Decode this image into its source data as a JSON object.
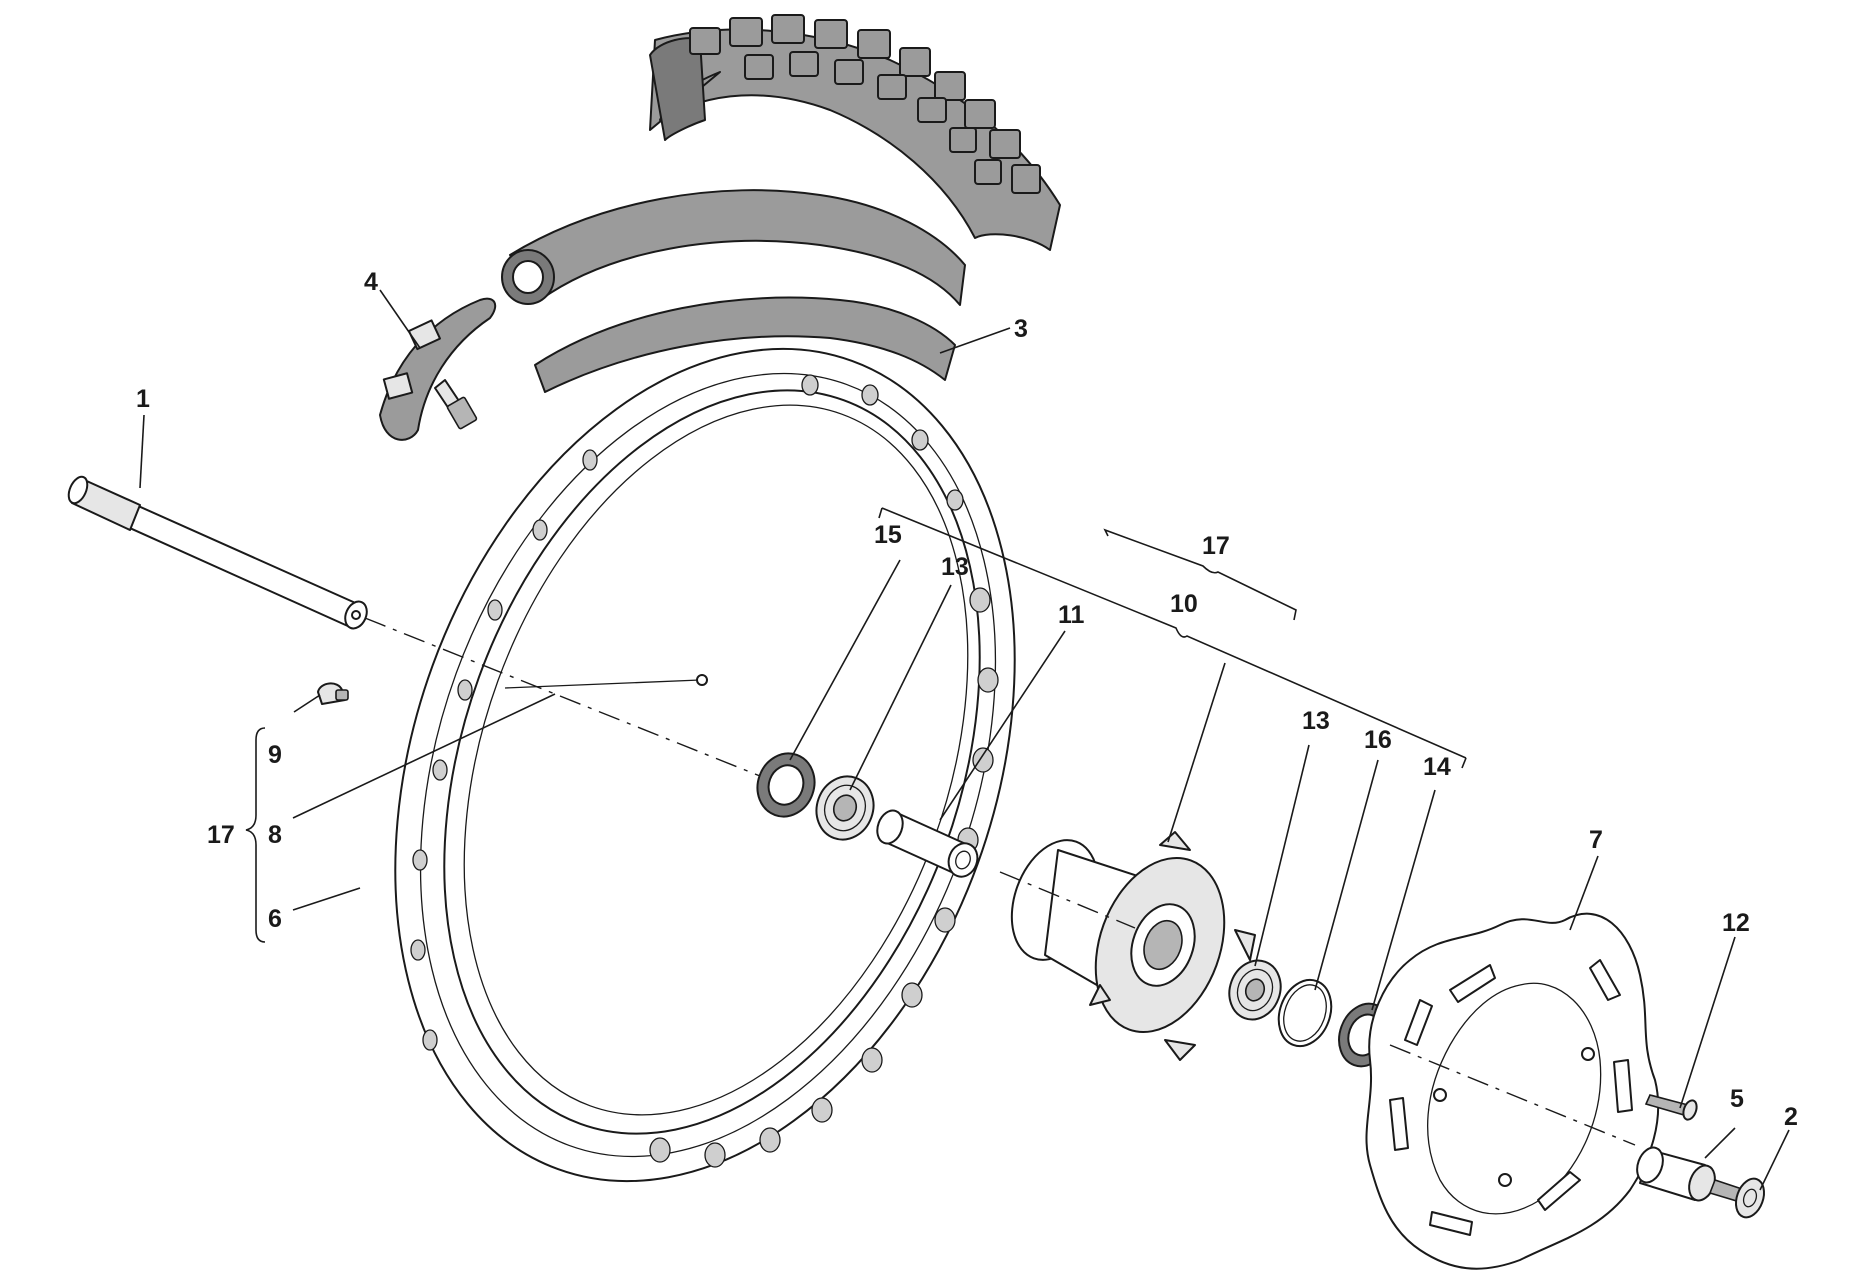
{
  "callouts": {
    "c1": "1",
    "c2": "2",
    "c3": "3",
    "c4": "4",
    "c5": "5",
    "c6": "6",
    "c7": "7",
    "c8": "8",
    "c9": "9",
    "c10": "10",
    "c11": "11",
    "c12": "12",
    "c13a": "13",
    "c13b": "13",
    "c14": "14",
    "c15": "15",
    "c16": "16",
    "c17a": "17",
    "c17b": "17"
  }
}
